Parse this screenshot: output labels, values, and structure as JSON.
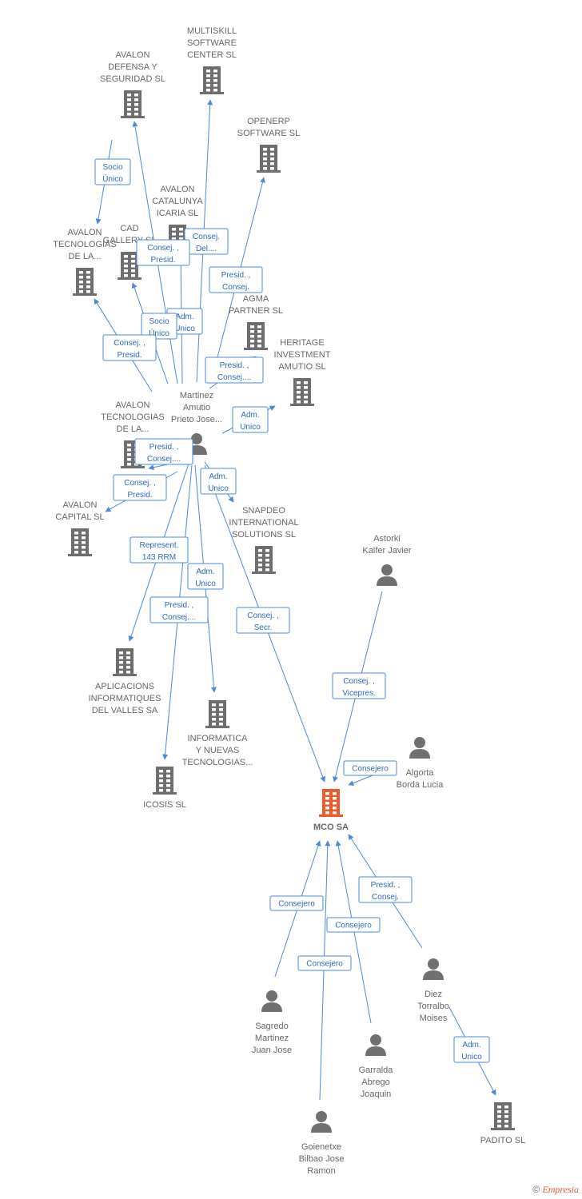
{
  "colors": {
    "company": "#6e6e6e",
    "focus": "#ef5a2c",
    "person": "#707070",
    "edge": "#4a8ad8"
  },
  "nodes": [
    {
      "id": "multiskill",
      "type": "company",
      "label": [
        "MULTISKILL",
        "SOFTWARE",
        "CENTER SL"
      ]
    },
    {
      "id": "avalon_def",
      "type": "company",
      "label": [
        "AVALON",
        "DEFENSA Y",
        "SEGURIDAD SL"
      ]
    },
    {
      "id": "openerp",
      "type": "company",
      "label": [
        "OPENERP",
        "SOFTWARE  SL"
      ]
    },
    {
      "id": "avalon_cat",
      "type": "company",
      "label": [
        "AVALON",
        "CATALUNYA",
        "ICARIA SL"
      ]
    },
    {
      "id": "cad",
      "type": "company",
      "label": [
        "CAD",
        "GALLERY SL"
      ]
    },
    {
      "id": "avalon_tec1",
      "type": "company",
      "label": [
        "AVALON",
        "TECNOLOGIAS",
        "DE LA..."
      ]
    },
    {
      "id": "agma",
      "type": "company",
      "label": [
        "AGMA",
        "PARTNER SL"
      ]
    },
    {
      "id": "heritage",
      "type": "company",
      "label": [
        "HERITAGE",
        "INVESTMENT",
        "AMUTIO SL"
      ]
    },
    {
      "id": "martinez",
      "type": "person",
      "label": [
        "Martinez",
        "Amutio",
        "Prieto Jose..."
      ]
    },
    {
      "id": "avalon_tec2",
      "type": "company",
      "label": [
        "AVALON",
        "TECNOLOGIAS",
        "DE LA..."
      ]
    },
    {
      "id": "avalon_cap",
      "type": "company",
      "label": [
        "AVALON",
        "CAPITAL  SL"
      ]
    },
    {
      "id": "snapdeo",
      "type": "company",
      "label": [
        "SNAPDEO",
        "INTERNATIONAL",
        "SOLUTIONS  SL"
      ]
    },
    {
      "id": "astorki",
      "type": "person",
      "label": [
        "Astorki",
        "Kaifer Javier"
      ]
    },
    {
      "id": "aplicacions",
      "type": "company",
      "label": [
        "APLICACIONS",
        "INFORMATIQUES",
        "DEL VALLES SA"
      ]
    },
    {
      "id": "informatica",
      "type": "company",
      "label": [
        "INFORMATICA",
        "Y NUEVAS",
        "TECNOLOGIAS..."
      ]
    },
    {
      "id": "algorta",
      "type": "person",
      "label": [
        "Algorta",
        "Borda Lucia"
      ]
    },
    {
      "id": "icosis",
      "type": "company",
      "label": [
        "ICOSIS SL"
      ]
    },
    {
      "id": "mco",
      "type": "focus",
      "label": [
        "MCO SA"
      ]
    },
    {
      "id": "diez",
      "type": "person",
      "label": [
        "Diez",
        "Torralbo",
        "Moises"
      ]
    },
    {
      "id": "sagredo",
      "type": "person",
      "label": [
        "Sagredo",
        "Martinez",
        "Juan Jose"
      ]
    },
    {
      "id": "garralda",
      "type": "person",
      "label": [
        "Garralda",
        "Abrego",
        "Joaquin"
      ]
    },
    {
      "id": "padito",
      "type": "company",
      "label": [
        "PADITO SL"
      ]
    },
    {
      "id": "goienetxe",
      "type": "person",
      "label": [
        "Goienetxe",
        "Bilbao Jose",
        "Ramon"
      ]
    }
  ],
  "edges": [
    {
      "from": "avalon_def",
      "to": "avalon_tec1",
      "label": [
        "Socio",
        "Único"
      ]
    },
    {
      "from": "martinez",
      "to": "multiskill",
      "label": [
        "Consej.",
        "Del...."
      ]
    },
    {
      "from": "martinez",
      "to": "avalon_def",
      "label": [
        "Consej. ,",
        "Presid."
      ]
    },
    {
      "from": "martinez",
      "to": "openerp",
      "label": [
        "Presid. ,",
        "Consej."
      ]
    },
    {
      "from": "martinez",
      "to": "avalon_cat",
      "label": [
        "Adm.",
        "Unico"
      ]
    },
    {
      "from": "martinez",
      "to": "cad",
      "label": [
        "Socio",
        "Único"
      ]
    },
    {
      "from": "martinez",
      "to": "avalon_tec1",
      "label": [
        "Consej. ,",
        "Presid."
      ]
    },
    {
      "from": "martinez",
      "to": "agma",
      "label": [
        "Presid. ,",
        "Consej...."
      ]
    },
    {
      "from": "martinez",
      "to": "heritage",
      "label": [
        "Adm.",
        "Unico"
      ]
    },
    {
      "from": "martinez",
      "to": "avalon_tec2",
      "label": [
        "Presid. ,",
        "Consej...."
      ]
    },
    {
      "from": "martinez",
      "to": "avalon_cap",
      "label": [
        "Consej. ,",
        "Presid."
      ]
    },
    {
      "from": "martinez",
      "to": "snapdeo",
      "label": [
        "Adm.",
        "Unico"
      ]
    },
    {
      "from": "martinez",
      "to": "aplicacions",
      "label": [
        "Represent.",
        "143 RRM"
      ]
    },
    {
      "from": "martinez",
      "to": "informatica",
      "label": [
        "Adm.",
        "Unico"
      ]
    },
    {
      "from": "martinez",
      "to": "icosis",
      "label": [
        "Presid. ,",
        "Consej...."
      ]
    },
    {
      "from": "martinez",
      "to": "mco",
      "label": [
        "Consej. ,",
        "Secr."
      ]
    },
    {
      "from": "astorki",
      "to": "mco",
      "label": [
        "Consej. ,",
        "Vicepres."
      ]
    },
    {
      "from": "algorta",
      "to": "mco",
      "label": [
        "Consejero"
      ]
    },
    {
      "from": "diez",
      "to": "mco",
      "label": [
        "Presid. ,",
        "Consej."
      ]
    },
    {
      "from": "sagredo",
      "to": "mco",
      "label": [
        "Consejero"
      ]
    },
    {
      "from": "garralda",
      "to": "mco",
      "label": [
        "Consejero"
      ]
    },
    {
      "from": "goienetxe",
      "to": "mco",
      "label": [
        "Consejero"
      ]
    },
    {
      "from": "diez",
      "to": "padito",
      "label": [
        "Adm.",
        "Unico"
      ]
    }
  ],
  "footer": {
    "copyright": "©",
    "brand_initial": "E",
    "brand_rest": "mpresia"
  }
}
